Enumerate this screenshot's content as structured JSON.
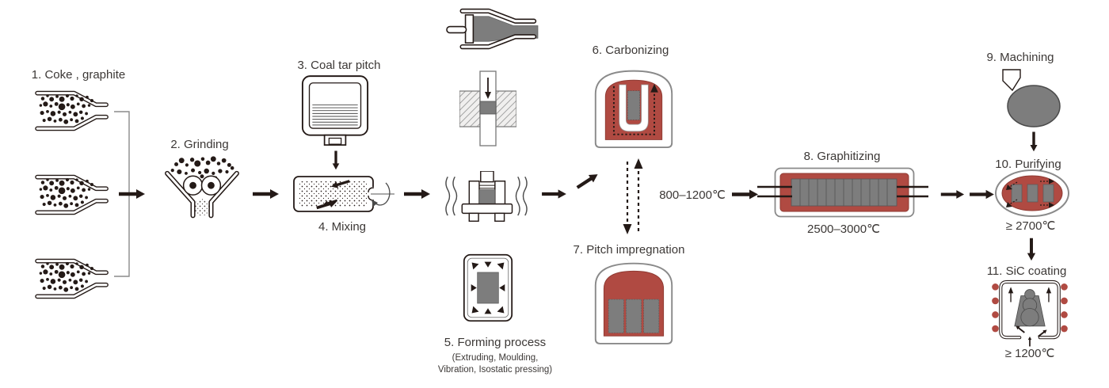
{
  "steps": [
    {
      "id": "coke-graphite",
      "label": "1. Coke , graphite"
    },
    {
      "id": "grinding",
      "label": "2. Grinding"
    },
    {
      "id": "coal-tar-pitch",
      "label": "3. Coal tar pitch"
    },
    {
      "id": "mixing",
      "label": "4. Mixing"
    },
    {
      "id": "forming",
      "label": "5. Forming process",
      "sub1": "(Extruding, Moulding,",
      "sub2": "Vibration, Isostatic pressing)"
    },
    {
      "id": "carbonizing",
      "label": "6. Carbonizing"
    },
    {
      "id": "pitch-impregnation",
      "label": "7. Pitch impregnation"
    },
    {
      "id": "graphitizing",
      "label": "8. Graphitizing",
      "temp": "2500–3000℃"
    },
    {
      "id": "machining",
      "label": "9. Machining"
    },
    {
      "id": "purifying",
      "label": "10. Purifying",
      "temp": "≥ 2700℃"
    },
    {
      "id": "sic-coating",
      "label": "11. SiC coating",
      "temp": "≥ 1200℃"
    }
  ],
  "annotations": {
    "carbonizing_feed_temp": "800–1200℃"
  },
  "colors": {
    "furnace_red": "#b04a42",
    "material_gray": "#7d7d7d",
    "ink": "#241a17",
    "shell_outline": "#8a8a8a"
  }
}
